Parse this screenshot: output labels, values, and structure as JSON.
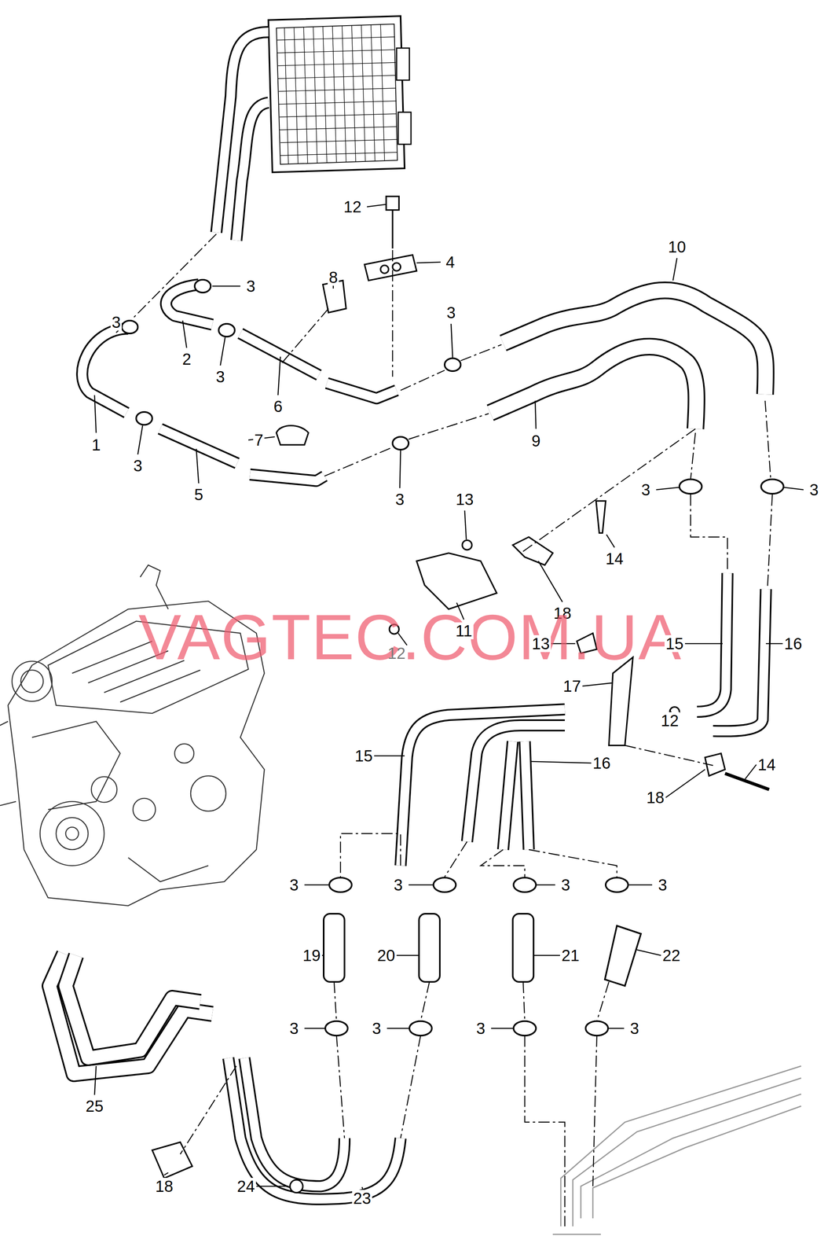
{
  "diagram": {
    "labels": [
      "12",
      "10",
      "4",
      "8",
      "3",
      "3",
      "3",
      "2",
      "3",
      "6",
      "7",
      "9",
      "1",
      "3",
      "3",
      "3",
      "5",
      "3",
      "13",
      "14",
      "18",
      "VAGTEC.COM.UA",
      "11",
      "12",
      "13",
      "15",
      "16",
      "17",
      "12",
      "15",
      "16",
      "14",
      "18",
      "3",
      "3",
      "3",
      "3",
      "19",
      "20",
      "21",
      "22",
      "3",
      "3",
      "3",
      "3",
      "25",
      "18",
      "24",
      "23"
    ]
  }
}
